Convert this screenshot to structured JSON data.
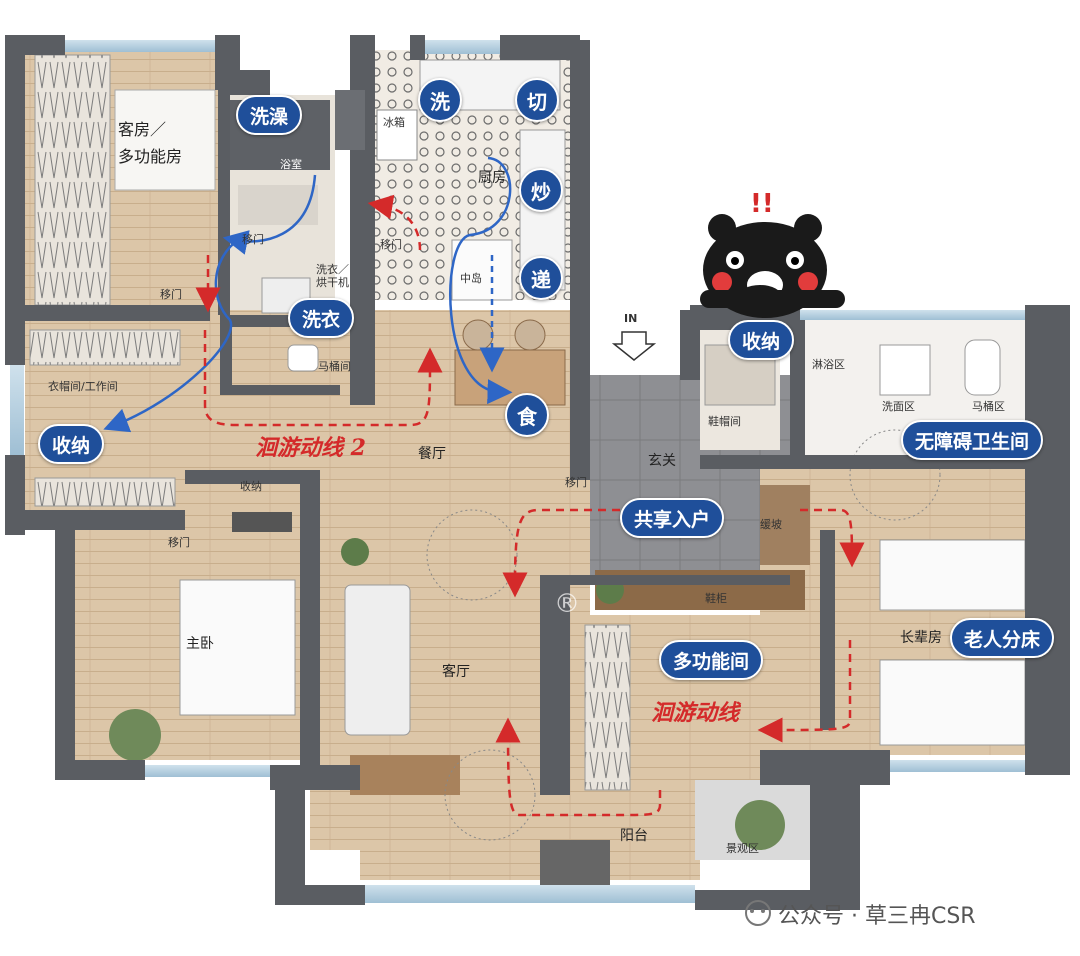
{
  "rooms": {
    "guest_room": "客房／\n多功能房",
    "bath": "浴室",
    "kitchen": "厨房",
    "fridge": "冰箱",
    "island": "中岛",
    "laundry": "洗衣／\n烘干机",
    "toilet_room": "马桶间",
    "closet": "衣帽间/工作间",
    "dining": "餐厅",
    "foyer": "玄关",
    "master": "主卧",
    "living": "客厅",
    "balcony": "阳台",
    "scenery": "景观区",
    "elder_room": "长辈房",
    "shoe_closet": "鞋帽间",
    "shoe_cabinet": "鞋柜",
    "ramp": "缓坡",
    "shower_zone": "淋浴区",
    "wash_zone": "洗面区",
    "toilet_zone": "马桶区",
    "storage_cab": "收纳",
    "in_sign": "IN",
    "slide_door": "移门"
  },
  "badges": {
    "bathe": "洗澡",
    "wash_k": "洗",
    "cut": "切",
    "stir_fry": "炒",
    "pass": "递",
    "eat": "食",
    "laundry": "洗衣",
    "storage_left": "收纳",
    "storage_right": "收纳",
    "accessible_bath": "无障碍卫生间",
    "shared_entry": "共享入户",
    "multi_room": "多功能间",
    "elder_bed": "老人分床"
  },
  "routes": {
    "loop2": "洄游动线 2",
    "loop": "洄游动线"
  },
  "watermark": {
    "account": "公众号 · 草三冉CSR",
    "reg": "®"
  },
  "mascot": {
    "exclaim": "!!"
  },
  "colors": {
    "wall": "#5a5d62",
    "floor_wood": "#d9c3a5",
    "floor_tile": "#8f9094",
    "badge_blue": "#1f4f9a",
    "route_red": "#d42a2a",
    "flow_blue": "#2e66c6"
  }
}
